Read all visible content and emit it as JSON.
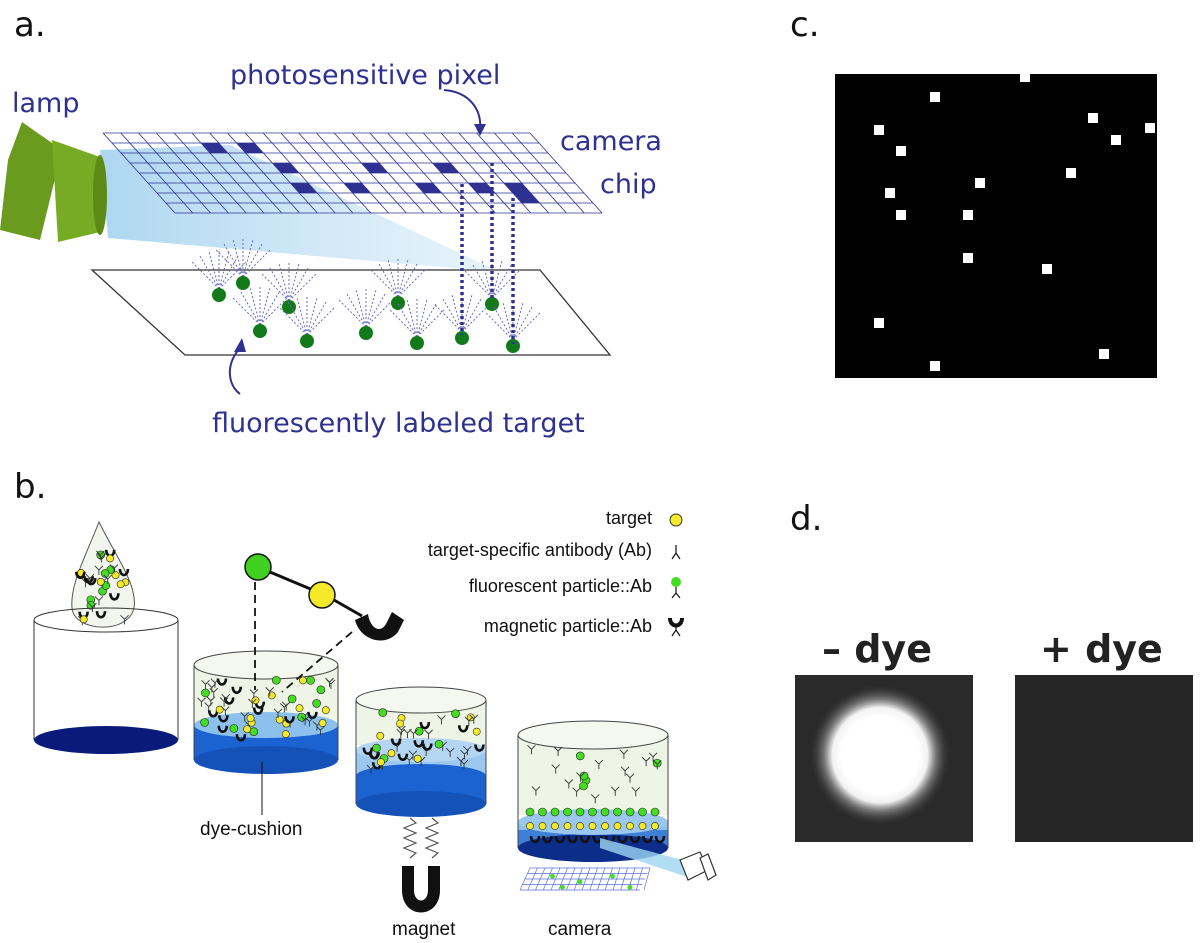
{
  "panels": {
    "a": {
      "label": "a.",
      "lamp_label": "lamp",
      "pixel_label": "photosensitive pixel",
      "camera_label_line1": "camera",
      "camera_label_line2": "chip",
      "target_label": "fluorescently labeled target",
      "colors": {
        "text": "#2e3192",
        "lamp": "#6a9a1e",
        "beam": "#cfe6f5",
        "dots": "#127a1b"
      }
    },
    "b": {
      "label": "b.",
      "legend": [
        {
          "text": "target",
          "icon": "yellow-circle-icon"
        },
        {
          "text": "target-specific antibody (Ab)",
          "icon": "antibody-icon"
        },
        {
          "text": "fluorescent particle::Ab",
          "icon": "green-particle-icon"
        },
        {
          "text": "magnetic particle::Ab",
          "icon": "magnetic-particle-icon"
        }
      ],
      "dye_cushion_label": "dye-cushion",
      "magnet_label": "magnet",
      "camera_label": "camera"
    },
    "c": {
      "label": "c."
    },
    "d": {
      "label": "d.",
      "minus_dye": "– dye",
      "plus_dye": "+ dye"
    }
  }
}
